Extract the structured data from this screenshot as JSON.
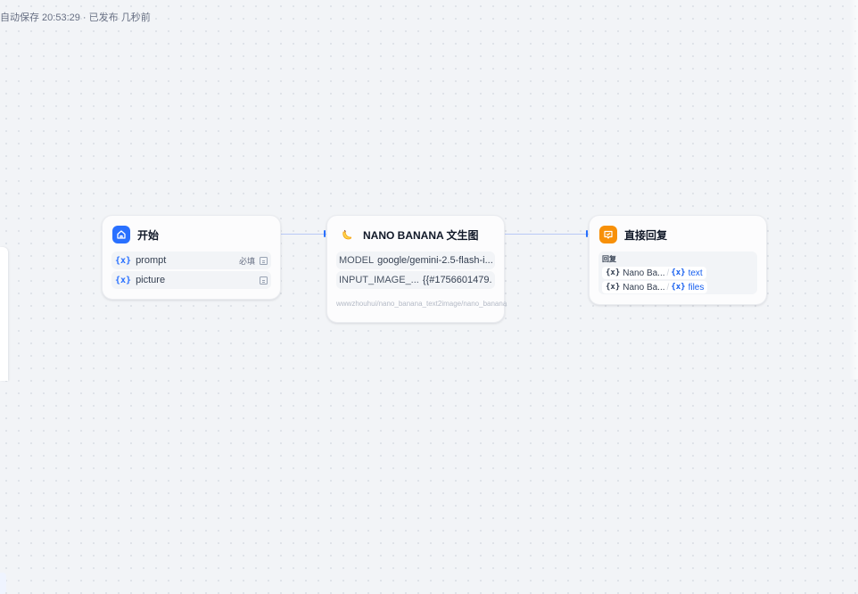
{
  "status": {
    "text": "自动保存 20:53:29 · 已发布 几秒前"
  },
  "nodes": {
    "start": {
      "title": "开始",
      "variables": [
        {
          "name": "prompt",
          "required_label": "必填"
        },
        {
          "name": "picture",
          "required_label": ""
        }
      ]
    },
    "nano": {
      "title": "NANO BANANA 文生图",
      "params": [
        {
          "label": "MODEL",
          "value": "google/gemini-2.5-flash-i..."
        },
        {
          "label": "INPUT_IMAGE_...",
          "value": "{{#1756601479..."
        }
      ],
      "path": "wwwzhouhui/nano_banana_text2image/nano_banana"
    },
    "answer": {
      "title": "直接回复",
      "reply_label": "回复",
      "refs": [
        {
          "node": "Nano Ba...",
          "var": "text"
        },
        {
          "node": "Nano Ba...",
          "var": "files"
        }
      ]
    }
  },
  "colors": {
    "start_icon": "#2970ff",
    "answer_icon": "#f79009",
    "accent": "#2970ff"
  },
  "icons": {
    "start": "home-icon",
    "nano": "banana-icon",
    "answer": "reply-icon"
  }
}
